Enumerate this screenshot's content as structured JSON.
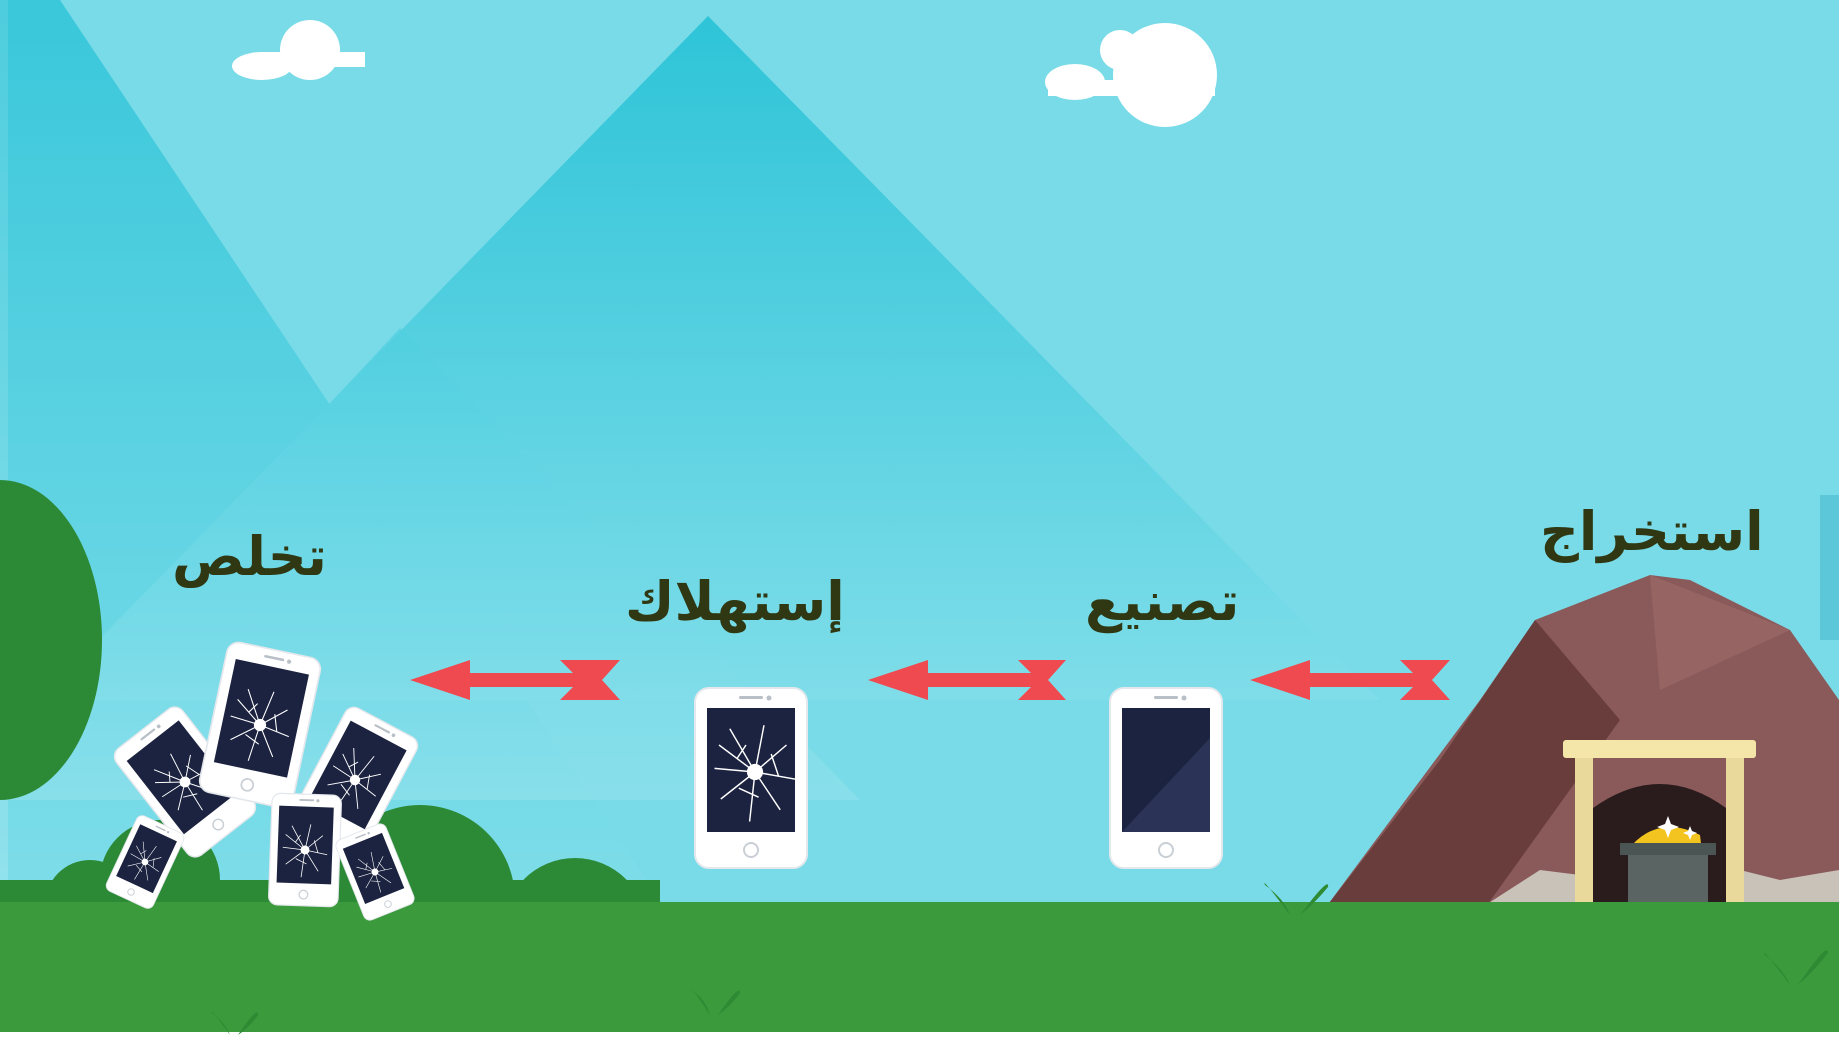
{
  "stages": {
    "extraction": "استخراج",
    "manufacturing": "تصنيع",
    "consumption": "إستهلاك",
    "disposal": "تخلص"
  },
  "flow_direction": "right-to-left",
  "phone_states": {
    "manufacturing": "intact",
    "consumption": "cracked",
    "disposal": "pile-of-cracked-phones"
  },
  "colors": {
    "sky": "#7adbe8",
    "mountain": "#36c6d9",
    "grass": "#3a9a3c",
    "bush": "#2c8a36",
    "arrow": "#ef4a4f",
    "rock": "#8a5a5a",
    "label_text": "#2f3812",
    "phone_screen": "#1c2340"
  }
}
